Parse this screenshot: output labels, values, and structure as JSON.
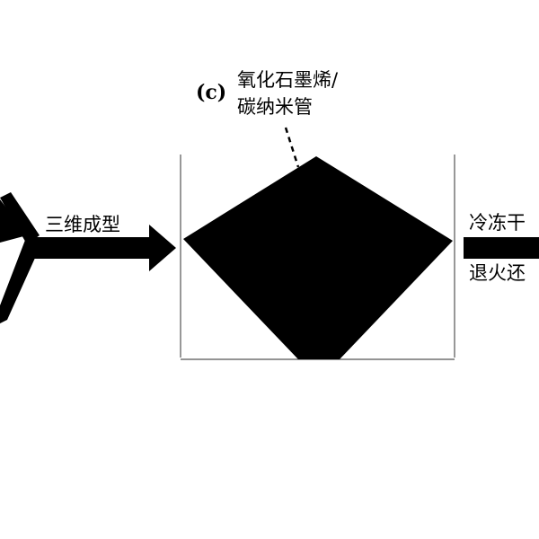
{
  "panel": {
    "label": "(c)"
  },
  "material": {
    "line1": "氧化石墨烯/",
    "line2": "碳纳米管"
  },
  "steps": {
    "left_label": "三维成型",
    "right_label_top": "冷冻干",
    "right_label_bottom": "退火还"
  },
  "colors": {
    "ink": "#000000",
    "background": "#ffffff",
    "frame_line": "#555555"
  }
}
